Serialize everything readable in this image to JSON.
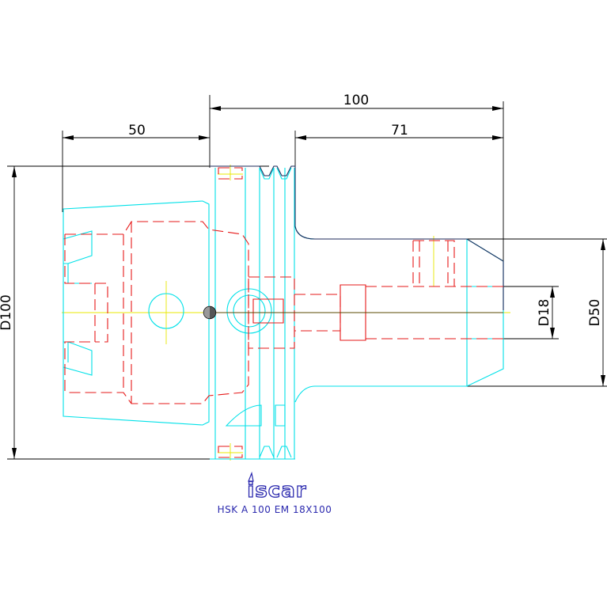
{
  "drawing": {
    "dimensions": {
      "overall_length": "100",
      "flange_to_end": "50",
      "projection_length": "71",
      "flange_diameter": "D100",
      "shank_bore": "D18",
      "body_diameter": "D50"
    },
    "caption": "HSK A 100 EM 18X100",
    "brand": "iscar"
  },
  "colors": {
    "outline": "#00e1e8",
    "hidden": "#e61a1a",
    "centerline": "#e8e800",
    "dimension": "#000000",
    "caption": "#2a28ae"
  }
}
